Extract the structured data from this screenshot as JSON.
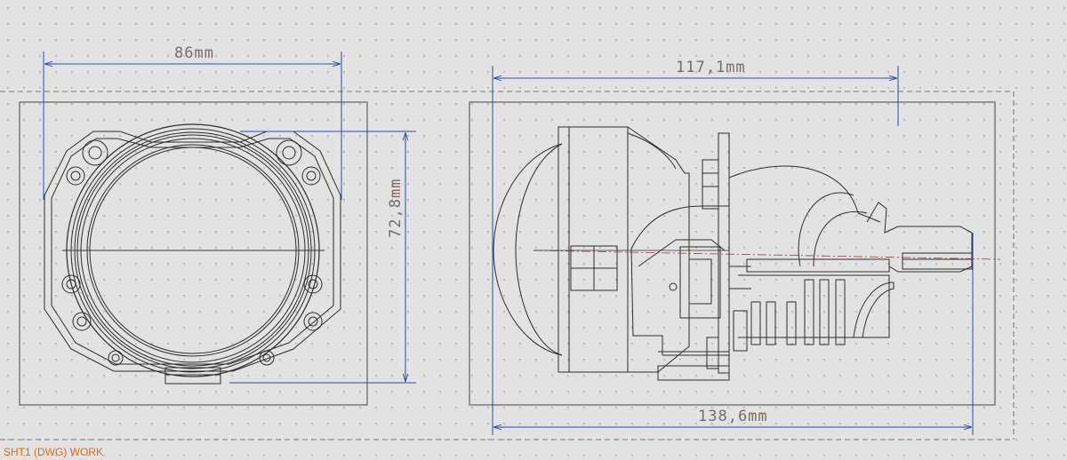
{
  "sheet": {
    "label": "SHT1 (DWG) WORK"
  },
  "dimensions": {
    "front_width": "86mm",
    "front_height": "72,8mm",
    "side_top_length": "117,1mm",
    "side_bottom_length": "138,6mm"
  },
  "colors": {
    "background": "#e2e2e2",
    "grid_dot": "#8ea6c6",
    "outline": "#3a3a3a",
    "dim_line": "#2a4aa8",
    "dim_text": "#7a6a6a",
    "sheet_label": "#e06a10"
  }
}
